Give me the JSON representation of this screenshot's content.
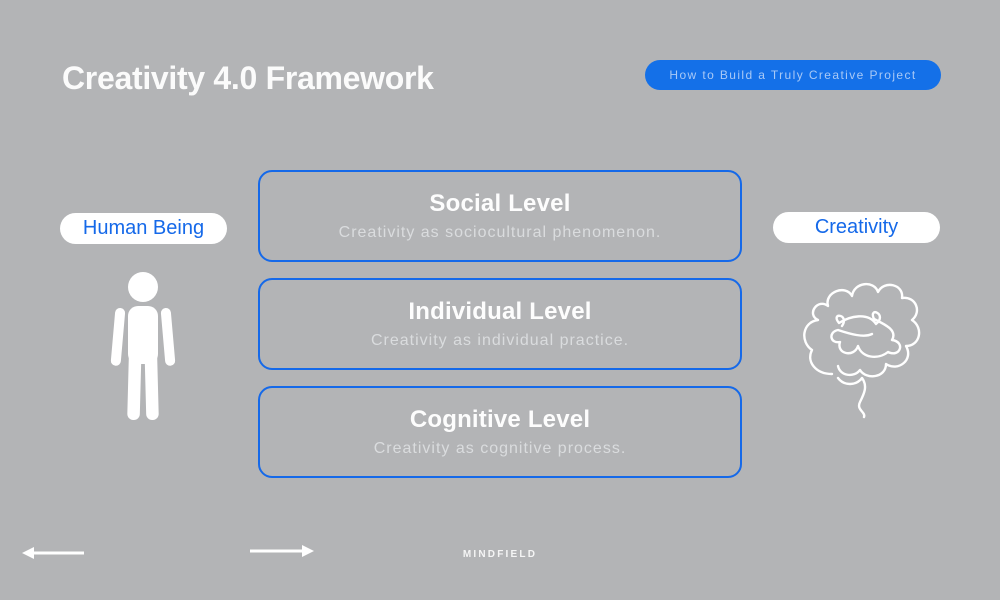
{
  "meta": {
    "background_color": "#b3b4b6",
    "accent_blue": "#1569e9",
    "button_blue": "#1470e8",
    "text_white": "#fbfbfb",
    "muted_white": "#dadcde"
  },
  "header": {
    "title": "Creativity 4.0 Framework",
    "cta_label": "How to Build a Truly Creative Project"
  },
  "diagram": {
    "left_label": "Human Being",
    "left_icon": "person-icon",
    "right_label": "Creativity",
    "right_icon": "brain-scribble-icon",
    "levels": [
      {
        "title": "Social Level",
        "description": "Creativity as sociocultural phenomenon."
      },
      {
        "title": "Individual Level",
        "description": "Creativity as individual practice."
      },
      {
        "title": "Cognitive Level",
        "description": "Creativity as cognitive process."
      }
    ]
  },
  "footer": {
    "brand": "MINDFIELD",
    "left_arrow_icon": "arrow-left-icon",
    "right_arrow_icon": "arrow-right-icon"
  }
}
